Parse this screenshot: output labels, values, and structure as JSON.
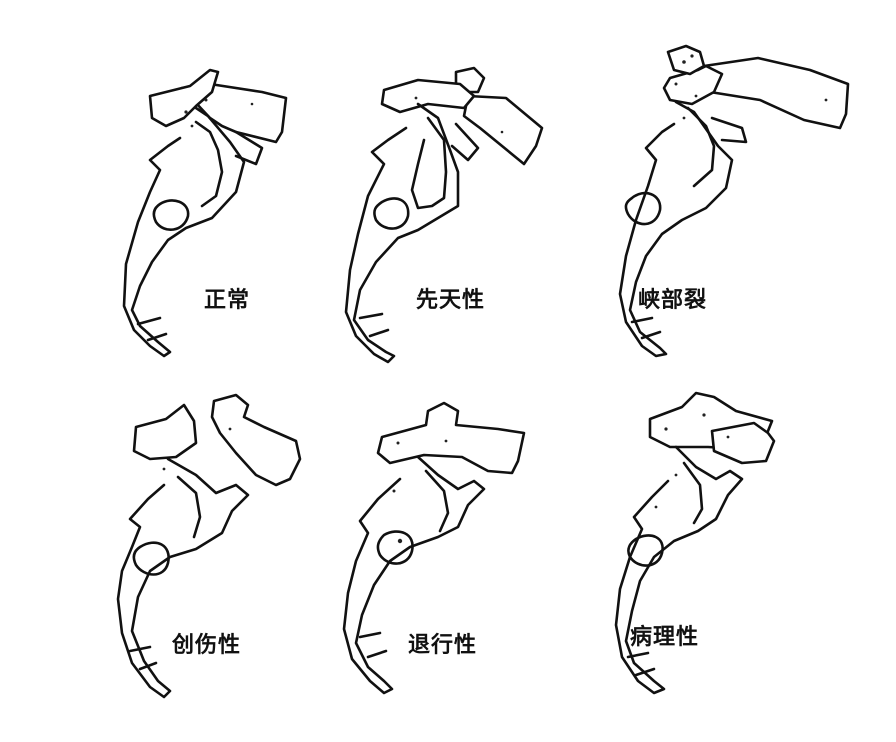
{
  "figure": {
    "panels": [
      {
        "label": "正常"
      },
      {
        "label": "先天性"
      },
      {
        "label": "峡部裂"
      },
      {
        "label": "创伤性"
      },
      {
        "label": "退行性"
      },
      {
        "label": "病理性"
      }
    ]
  }
}
